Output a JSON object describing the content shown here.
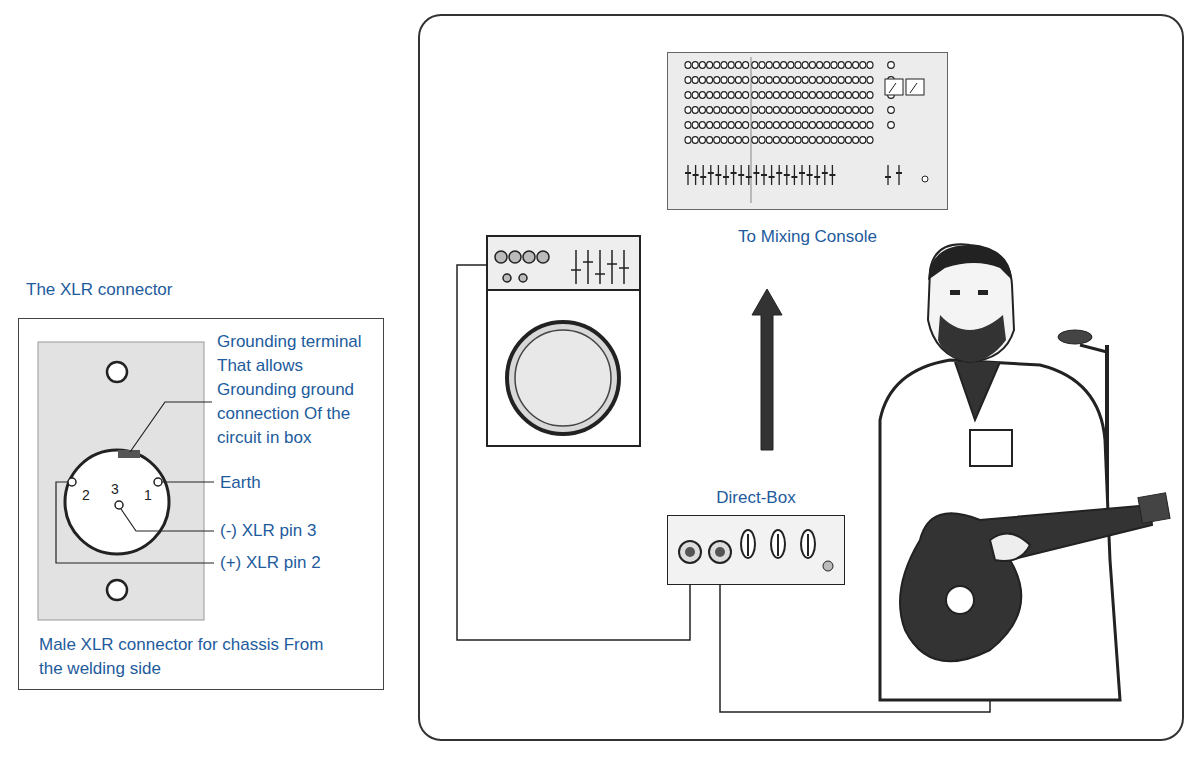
{
  "diagram": {
    "nodes": [
      {
        "text": [
          "The XLR connector",
          "Male XLR connector for chassis From the welding side"
        ]
      },
      {
        "text": [
          "To Mixing Console"
        ]
      },
      {
        "text": [
          "Direct-Box"
        ]
      }
    ],
    "edges": [
      {
        "from": 2,
        "to": 1,
        "arrow": "to"
      }
    ],
    "labels": [
      "Grounding terminal That allows Grounding ground connection Of the circuit in box",
      "Earth",
      "(-) XLR pin 3",
      "(+) XLR pin 2",
      "2",
      "3",
      "1"
    ]
  }
}
